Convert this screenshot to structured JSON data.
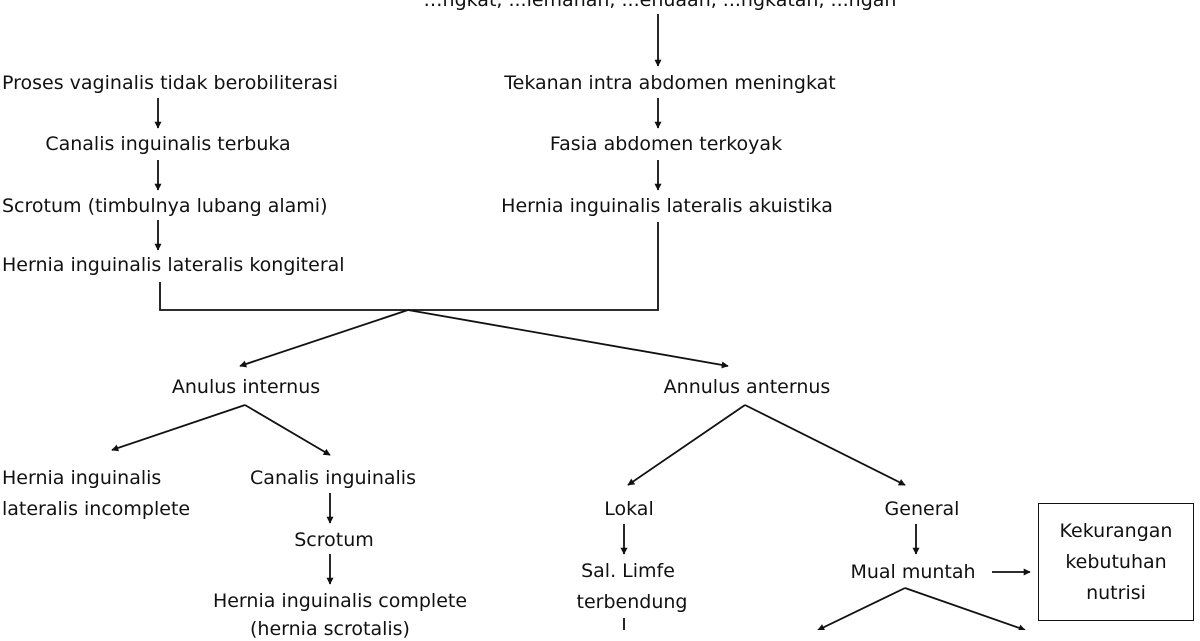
{
  "diagram": {
    "top_partial": "…ngkat, ...lemahan, ...enuaan, ...ngkatan, ...ngan",
    "nodes": {
      "proses_vaginalis": "Proses vaginalis tidak berobiliterasi",
      "canalis_terbuka": "Canalis inguinalis terbuka",
      "scrotum_lubang": "Scrotum (timbulnya lubang alami)",
      "hernia_kongiteral": "Hernia inguinalis lateralis kongiteral",
      "tekanan_intra": "Tekanan intra abdomen meningkat",
      "fasia_terkoyak": "Fasia abdomen terkoyak",
      "hernia_akuistika": "Hernia inguinalis lateralis akuistika",
      "anulus_internus": "Anulus internus",
      "annulus_anternus": "Annulus anternus",
      "hernia_incomplete_1": "Hernia inguinalis",
      "hernia_incomplete_2": "lateralis incomplete",
      "canalis_inguinalis": "Canalis inguinalis",
      "scrotum": "Scrotum",
      "hernia_complete": "Hernia inguinalis complete",
      "hernia_scrotalis": "(hernia scrotalis)",
      "lokal": "Lokal",
      "general": "General",
      "sal_limfe_1": "Sal. Limfe",
      "sal_limfe_2": "terbendung",
      "mual_muntah": "Mual muntah",
      "kekurangan_1": "Kekurangan",
      "kekurangan_2": "kebutuhan",
      "kekurangan_3": "nutrisi"
    }
  }
}
